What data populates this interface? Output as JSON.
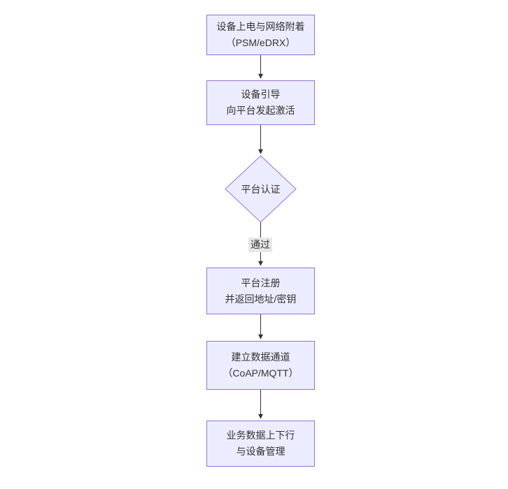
{
  "flow": {
    "nodes": [
      {
        "id": "power-on",
        "shape": "rect",
        "lines": [
          "设备上电与网络附着",
          "（PSM/eDRX）"
        ]
      },
      {
        "id": "bootstrap",
        "shape": "rect",
        "lines": [
          "设备引导",
          "向平台发起激活"
        ]
      },
      {
        "id": "auth",
        "shape": "diamond",
        "lines": [
          "平台认证"
        ]
      },
      {
        "id": "register",
        "shape": "rect",
        "lines": [
          "平台注册",
          "并返回地址/密钥"
        ]
      },
      {
        "id": "channel",
        "shape": "rect",
        "lines": [
          "建立数据通道",
          "（CoAP/MQTT）"
        ]
      },
      {
        "id": "business",
        "shape": "rect",
        "lines": [
          "业务数据上下行",
          "与设备管理"
        ]
      }
    ],
    "edge_labels": {
      "auth_pass": "通过"
    },
    "colors": {
      "node_fill": "#ECECFF",
      "node_border": "#9370DB",
      "arrow": "#333333",
      "text": "#333333",
      "edge_label_bg": "#e8e8e8"
    }
  }
}
